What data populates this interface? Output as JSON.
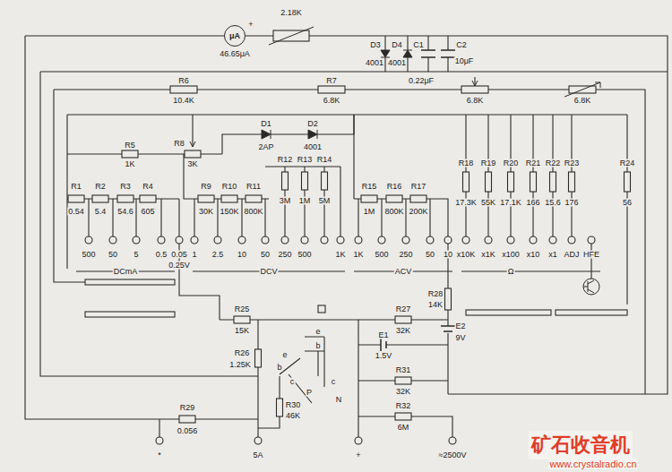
{
  "diagram": {
    "nodes": [
      {
        "text": [
          "μA"
        ]
      }
    ],
    "labels": [
      "2.18K",
      "46.65μA",
      "+",
      "D3",
      "4001",
      "D4",
      "4001",
      "C1",
      "0.22μF",
      "C2",
      "10μF",
      "R6",
      "10.4K",
      "R7",
      "6.8K",
      "6.8K",
      "6.8K",
      "R5",
      "1K",
      "R8",
      "3K",
      "D1",
      "2AP",
      "D2",
      "4001",
      "R1",
      "0.54",
      "R2",
      "5.4",
      "R3",
      "54.6",
      "R4",
      "605",
      "R9",
      "30K",
      "R10",
      "150K",
      "R11",
      "800K",
      "R12",
      "3M",
      "R13",
      "1M",
      "R14",
      "5M",
      "R15",
      "1M",
      "R16",
      "800K",
      "R17",
      "200K",
      "R18",
      "17.3K",
      "R19",
      "55K",
      "R20",
      "17.1K",
      "R21",
      "166",
      "R22",
      "15.6",
      "R23",
      "176",
      "R24",
      "56",
      "500",
      "50",
      "5",
      "0.5",
      "0.05",
      "0.25V",
      "1",
      "2.5",
      "10",
      "50",
      "250",
      "500",
      "1K",
      "1K",
      "500",
      "250",
      "50",
      "10",
      "x10K",
      "x1K",
      "x100",
      "x10",
      "x1",
      "ADJ",
      "HFE",
      "DCmA",
      "DCV",
      "ACV",
      "Ω",
      "R25",
      "15K",
      "R26",
      "1.25K",
      "R27",
      "32K",
      "R28",
      "14K",
      "E2",
      "9V",
      "E1",
      "1.5V",
      "R31",
      "32K",
      "R32",
      "6M",
      "e",
      "b",
      "e",
      "b",
      "c",
      "c",
      "P",
      "N",
      "R30",
      "46K",
      "R29",
      "0.056",
      "*",
      "5A",
      "+",
      "≈2500V",
      "矿石收音机",
      "www.crystalradio.cn"
    ]
  }
}
